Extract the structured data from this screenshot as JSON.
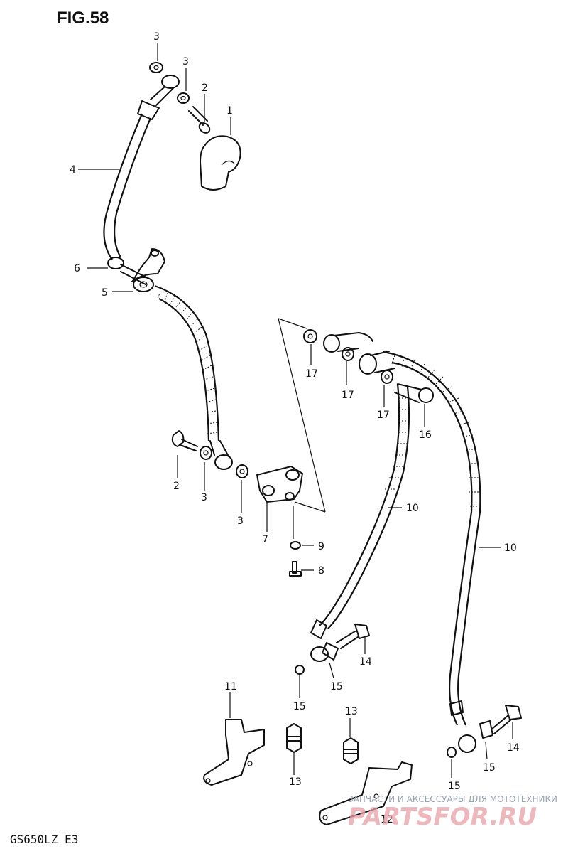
{
  "figure": {
    "title": "FIG.58",
    "model": "GS650LZ  E3"
  },
  "callouts": {
    "c1": "1",
    "c2a": "2",
    "c2b": "2",
    "c3a": "3",
    "c3b": "3",
    "c3c": "3",
    "c3d": "3",
    "c4": "4",
    "c5": "5",
    "c6": "6",
    "c7": "7",
    "c8": "8",
    "c9": "9",
    "c10a": "10",
    "c10b": "10",
    "c11": "11",
    "c12": "12",
    "c13a": "13",
    "c13b": "13",
    "c14a": "14",
    "c14b": "14",
    "c15a": "15",
    "c15b": "15",
    "c15c": "15",
    "c15d": "15",
    "c16": "16",
    "c17a": "17",
    "c17b": "17",
    "c17c": "17"
  },
  "watermark": {
    "tagline": "ЗАПЧАСТИ И АКСЕССУАРЫ ДЛЯ МОТОТЕХНИКИ",
    "logo": "PARTSFOR.RU"
  }
}
